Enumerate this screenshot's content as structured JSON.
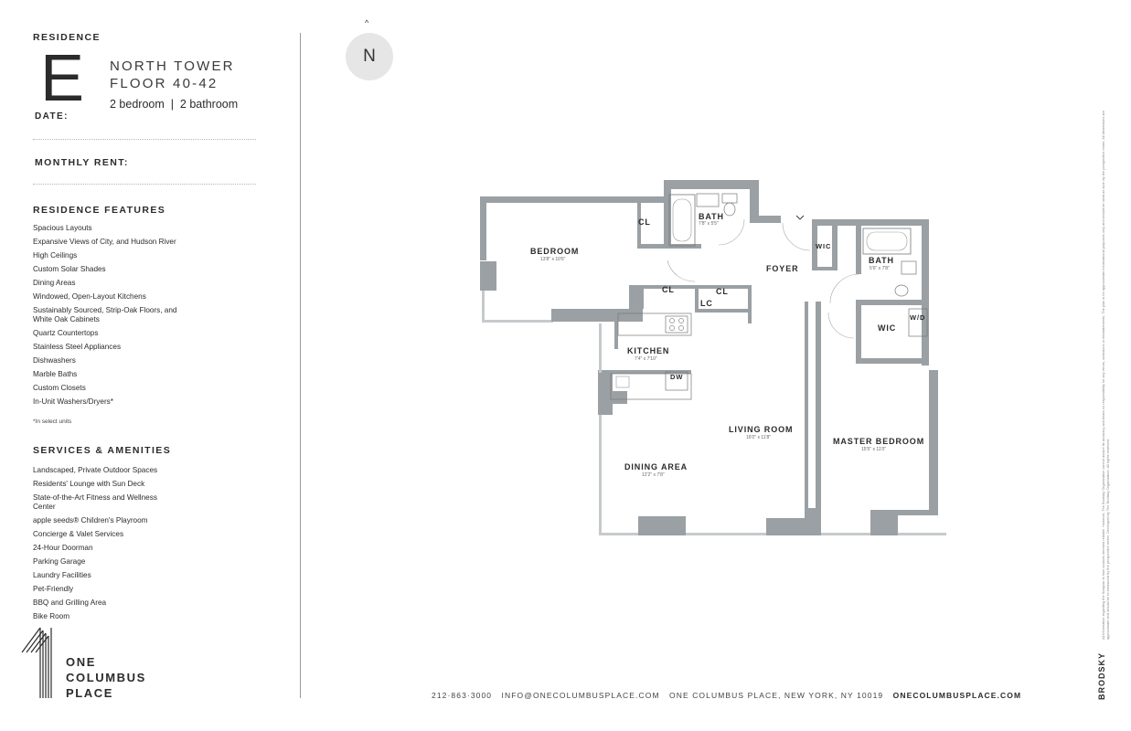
{
  "residence": {
    "heading": "RESIDENCE",
    "letter": "E",
    "tower": "NORTH TOWER",
    "floor": "FLOOR 40-42",
    "beds_baths": "2 bedroom  |  2 bathroom",
    "date_label": "DATE:",
    "rent_label": "MONTHLY RENT:"
  },
  "features": {
    "heading": "RESIDENCE FEATURES",
    "items": [
      "Spacious Layouts",
      "Expansive Views of City, and Hudson River",
      "High Ceilings",
      "Custom Solar Shades",
      "Dining Areas",
      "Windowed, Open-Layout Kitchens",
      "Sustainably Sourced, Strip-Oak Floors, and White Oak Cabinets",
      "Quartz Countertops",
      "Stainless Steel Appliances",
      "Dishwashers",
      "Marble Baths",
      "Custom Closets",
      "In-Unit Washers/Dryers*"
    ],
    "footnote": "*In select units"
  },
  "amenities": {
    "heading": "SERVICES & AMENITIES",
    "items": [
      "Landscaped, Private Outdoor Spaces",
      "Residents' Lounge with Sun Deck",
      "State-of-the-Art Fitness and Wellness Center",
      "apple seeds® Children's Playroom",
      "Concierge & Valet Services",
      "24-Hour Doorman",
      "Parking Garage",
      "Laundry Facilities",
      "Pet-Friendly",
      "BBQ and Grilling Area",
      "Bike Room"
    ]
  },
  "logo": {
    "line1": "ONE",
    "line2": "COLUMBUS",
    "line3": "PLACE"
  },
  "compass": {
    "letter": "N",
    "arrow": "^"
  },
  "floorplan": {
    "rooms": {
      "bedroom": "BEDROOM",
      "bedroom_dim": "13'8\" x 10'6\"",
      "bath1": "BATH",
      "bath1_dim": "7'8\" x 5'5\"",
      "cl1": "CL",
      "cl2": "CL",
      "cl3": "CL",
      "lc": "LC",
      "foyer": "FOYER",
      "wic1": "WIC",
      "bath2": "BATH",
      "bath2_dim": "5'6\" x 7'8\"",
      "wic2": "WIC",
      "wd": "W/D",
      "kitchen": "KITCHEN",
      "kitchen_dim": "7'4\" x 7'10\"",
      "dw": "DW",
      "living": "LIVING ROOM",
      "living_dim": "16'0\" x 11'8\"",
      "dining": "DINING AREA",
      "dining_dim": "12'2\" x 7'8\"",
      "master": "MASTER BEDROOM",
      "master_dim": "15'5\" x 11'0\""
    }
  },
  "footer": {
    "phone": "212·863·3000",
    "email": "INFO@ONECOLUMBUSPLACE.COM",
    "address": "ONE COLUMBUS PLACE, NEW YORK, NY 10019",
    "website": "ONECOLUMBUSPLACE.COM"
  },
  "disclaimer": "All information regarding the floorplan is from sources deemed reliable. However, The Brodsky Organization cannot assure its accuracy and bears no responsibility for any errors, omissions or misstatements. The plan is for approximate informational purposes only and should be used as such by the prospective renter. All dimensions are approximate and should be re-measured by the prospective renter. Developed by The Brodsky Organization. All rights reserved.",
  "brand": "BRODSKY",
  "colors": {
    "wall": "#9aa0a4",
    "text": "#2b2b2b",
    "compass_bg": "#e6e6e6"
  }
}
